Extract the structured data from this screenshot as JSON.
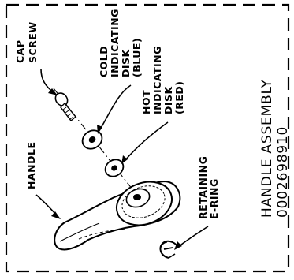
{
  "labels": {
    "cap_screw_1": "CAP",
    "cap_screw_2": "SCREW",
    "cold_1": "COLD",
    "cold_2": "INDICATING",
    "cold_3": "DISK",
    "cold_4": "(BLUE)",
    "hot_1": "HOT",
    "hot_2": "INDICATING",
    "hot_3": "DISK",
    "hot_4": "(RED)",
    "handle": "HANDLE",
    "ering_1": "RETAINING",
    "ering_2": "E-RING"
  },
  "title": {
    "line1": "HANDLE ASSEMBLY",
    "line2": "0002698910"
  }
}
